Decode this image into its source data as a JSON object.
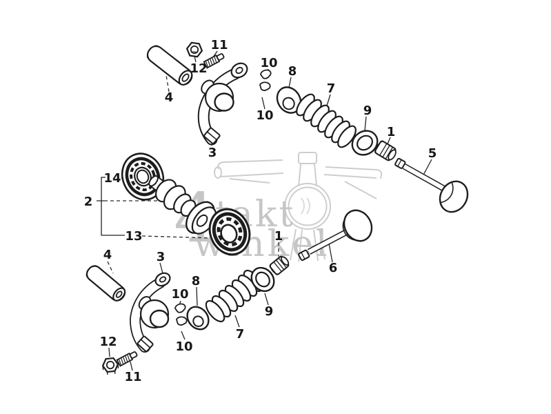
{
  "figure": {
    "background_color": "#ffffff",
    "ink_color": "#1d1d1d"
  },
  "watermark": {
    "numeral": "4",
    "word_upper": "takt",
    "word_lower": "winkel",
    "color": "#c6c6c6"
  },
  "callouts": {
    "exhaust": {
      "adjust_screw": "11",
      "adjust_nut": "12",
      "rocker_shaft": "4",
      "rocker_arm": "3",
      "cotter_upper": "10",
      "cotter_lower": "10",
      "spring_retainer": "8",
      "valve_spring": "7",
      "spring_seat": "9",
      "stem_seal": "1",
      "valve": "5"
    },
    "camshaft": {
      "bearing_left": "14",
      "camshaft_assembly": "2",
      "bearing_right": "13"
    },
    "intake": {
      "rocker_shaft": "4",
      "rocker_arm": "3",
      "spring_retainer": "8",
      "cotter_upper": "10",
      "cotter_lower": "10",
      "adjust_nut": "12",
      "adjust_screw": "11",
      "valve_spring": "7",
      "spring_seat": "9",
      "stem_seal": "1",
      "valve": "6"
    }
  }
}
